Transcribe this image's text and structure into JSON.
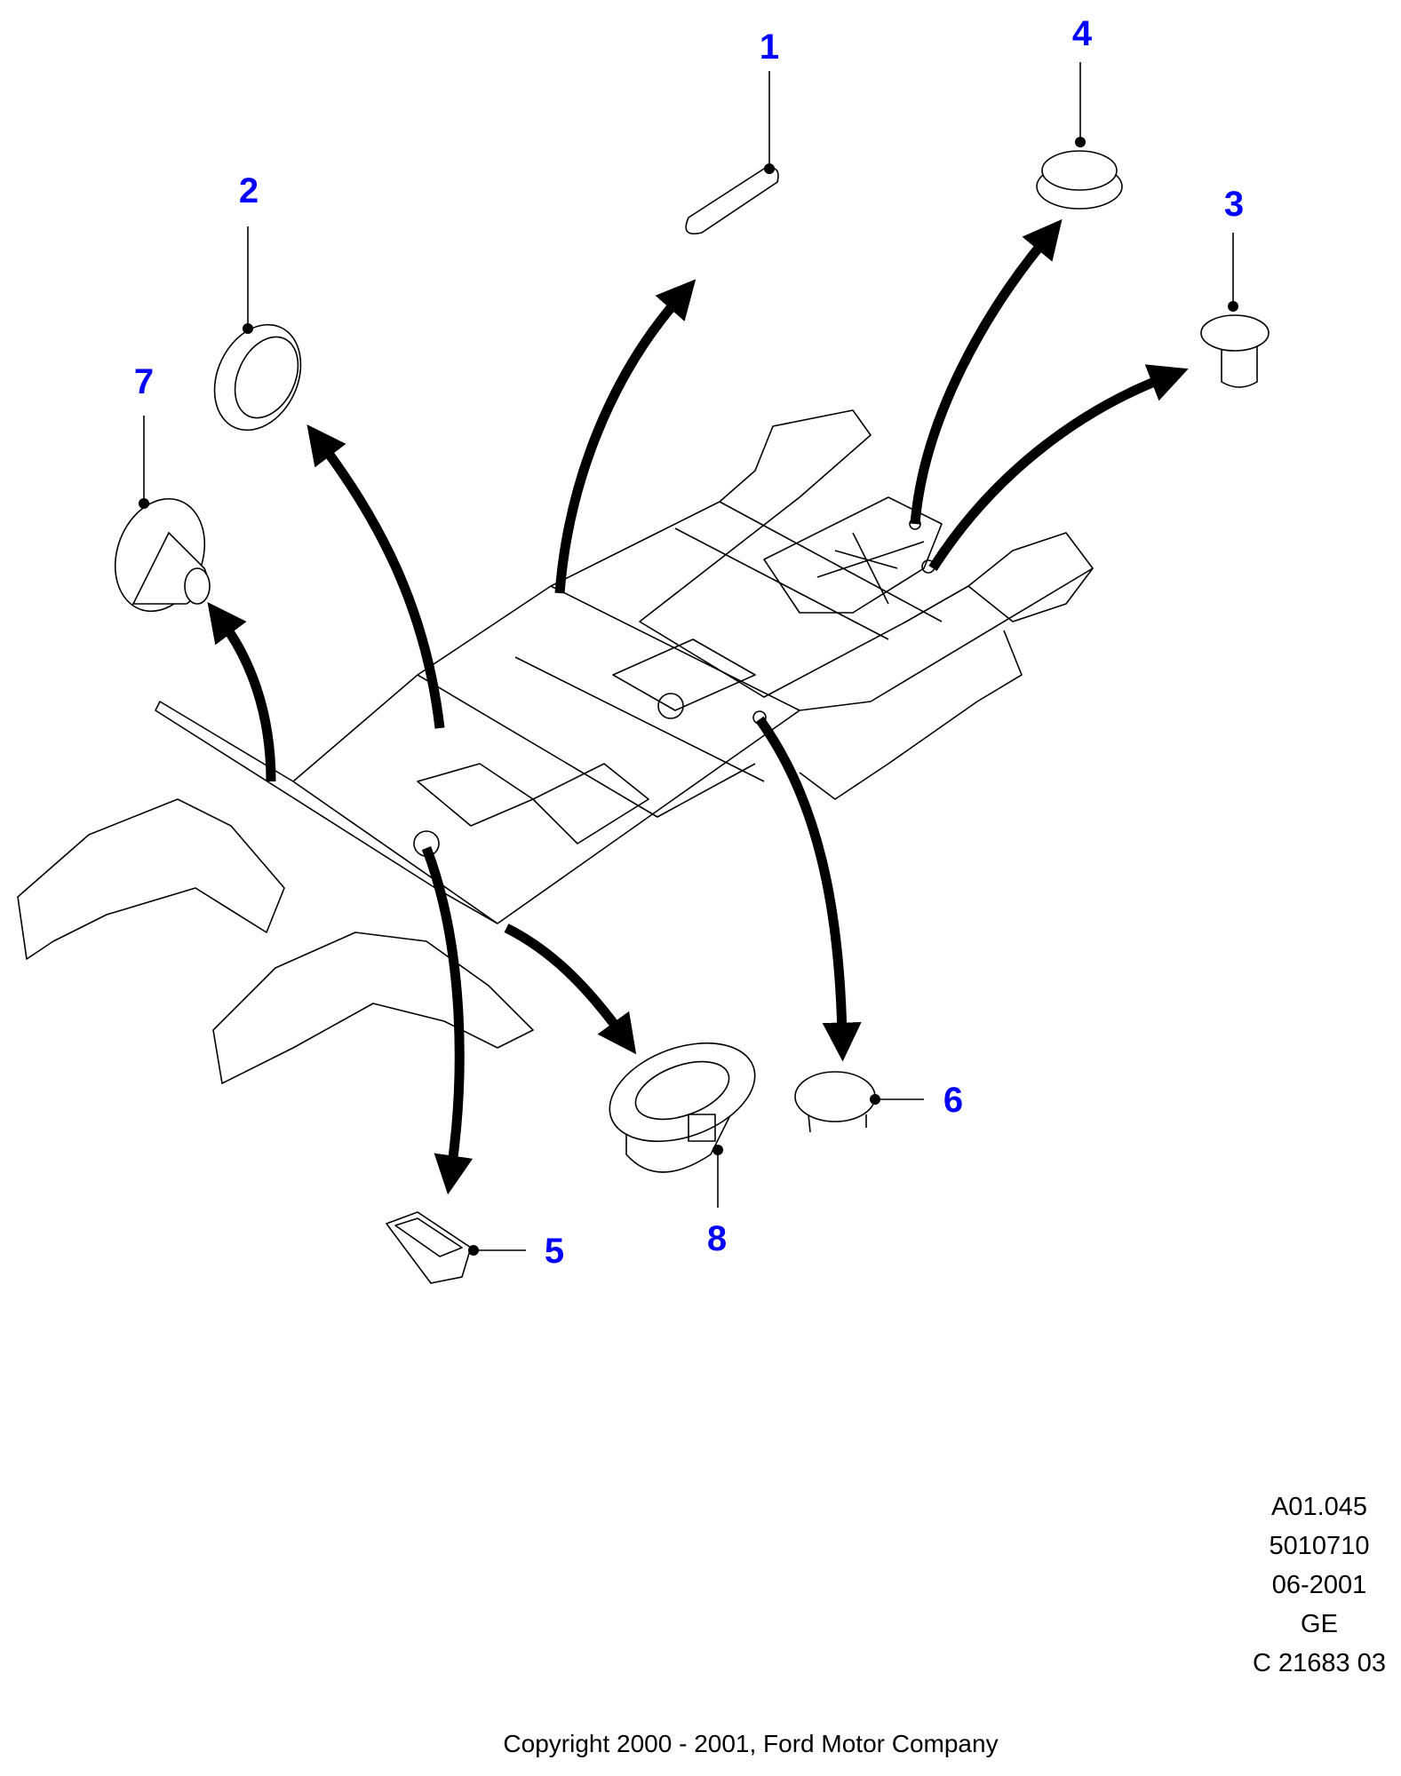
{
  "callouts": [
    "1",
    "2",
    "3",
    "4",
    "5",
    "6",
    "7",
    "8"
  ],
  "reference": {
    "line1": "A01.045",
    "line2": "5010710",
    "line3": "06-2001",
    "line4": "GE",
    "line5": "C 21683 03"
  },
  "copyright": "Copyright 2000 - 2001, Ford Motor Company",
  "colors": {
    "callout": "#0000ff",
    "line": "#000000"
  }
}
